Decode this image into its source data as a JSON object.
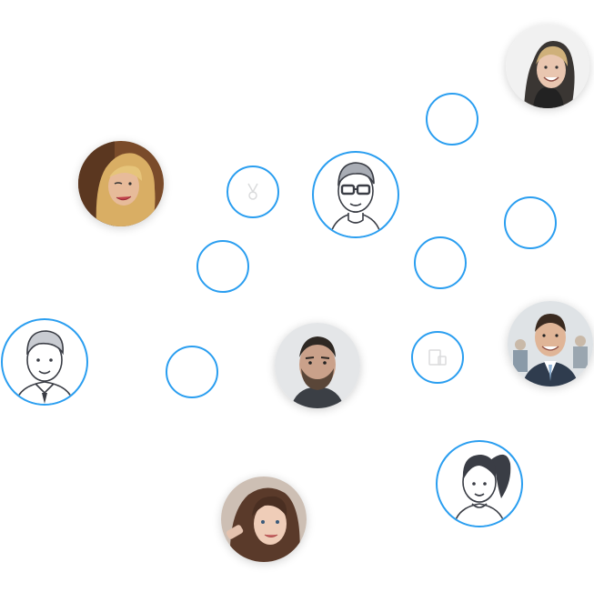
{
  "colors": {
    "ring": "#2a9ef0",
    "background": "#ffffff",
    "line_art": "#3a3d45"
  },
  "nodes": {
    "photo_woman_smiling_top_right": "photo-avatar",
    "photo_woman_blonde_winking": "photo-avatar",
    "photo_man_bearded": "photo-avatar",
    "photo_man_suit": "photo-avatar",
    "photo_woman_brunette": "photo-avatar",
    "sketch_man_glasses": "sketch-avatar",
    "sketch_man_tie": "sketch-avatar",
    "sketch_woman_ponytail": "sketch-avatar",
    "empty_rings": 7
  },
  "icons": {
    "ring_award": "award-icon",
    "ring_device": "device-icon"
  }
}
